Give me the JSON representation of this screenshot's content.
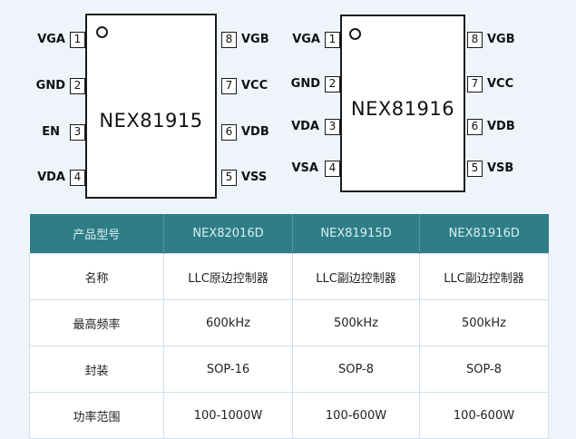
{
  "chip1": {
    "name": "NEX81915",
    "left_pins": [
      {
        "num": "1",
        "label": "VGA"
      },
      {
        "num": "2",
        "label": "GND"
      },
      {
        "num": "3",
        "label": "EN"
      },
      {
        "num": "4",
        "label": "VDA"
      }
    ],
    "right_pins": [
      {
        "num": "8",
        "label": "VGB"
      },
      {
        "num": "7",
        "label": "VCC"
      },
      {
        "num": "6",
        "label": "VDB"
      },
      {
        "num": "5",
        "label": "VSS"
      }
    ]
  },
  "chip2": {
    "name": "NEX81916",
    "left_pins": [
      {
        "num": "1",
        "label": "VGA"
      },
      {
        "num": "2",
        "label": "GND"
      },
      {
        "num": "3",
        "label": "VDA"
      },
      {
        "num": "4",
        "label": "VSA"
      }
    ],
    "right_pins": [
      {
        "num": "8",
        "label": "VGB"
      },
      {
        "num": "7",
        "label": "VCC"
      },
      {
        "num": "6",
        "label": "VDB"
      },
      {
        "num": "5",
        "label": "VSB"
      }
    ]
  },
  "table": {
    "headers": [
      "产品型号",
      "NEX82016D",
      "NEX81915D",
      "NEX81916D"
    ],
    "rows": [
      [
        "名称",
        "LLC原边控制器",
        "LLC副边控制器",
        "LLC副边控制器"
      ],
      [
        "最高频率",
        "600kHz",
        "500kHz",
        "500kHz"
      ],
      [
        "封装",
        "SOP-16",
        "SOP-8",
        "SOP-8"
      ],
      [
        "功率范围",
        "100-1000W",
        "100-600W",
        "100-600W"
      ]
    ]
  }
}
